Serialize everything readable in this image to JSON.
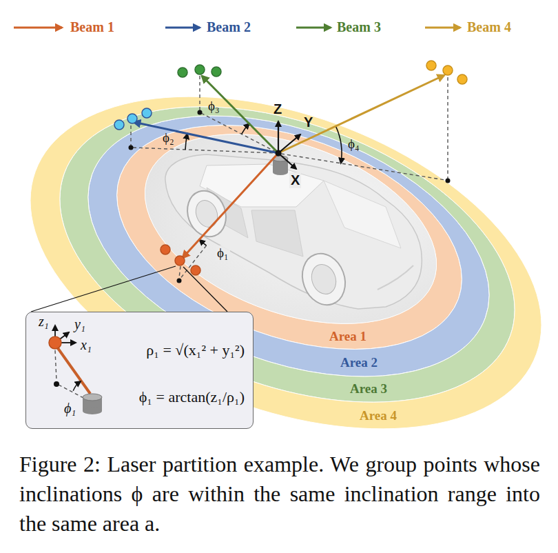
{
  "diagram": {
    "caption": "Figure 2: Laser partition example. We group points whose inclinations ϕ are within the same inclination range into the same area a.",
    "nodes": [
      {
        "text": [
          "Area 1"
        ]
      },
      {
        "text": [
          "Area 2"
        ]
      },
      {
        "text": [
          "Area 3"
        ]
      },
      {
        "text": [
          "Area 4"
        ]
      },
      {
        "text": [
          "z₁",
          "y₁",
          "x₁",
          "ρ₁ = √(x₁² + y₁²)",
          "ϕ₁",
          "ϕ₁ = arctan(z₁/ρ₁)"
        ]
      }
    ],
    "labels": [
      "Z",
      "ϕ₃",
      "Y",
      "ϕ₂",
      "ϕ₄",
      "X",
      "ϕ₁"
    ],
    "legend": [
      {
        "text": "Beam 1"
      },
      {
        "text": "Beam 2"
      },
      {
        "text": "Beam 3"
      },
      {
        "text": "Beam 4"
      }
    ]
  }
}
